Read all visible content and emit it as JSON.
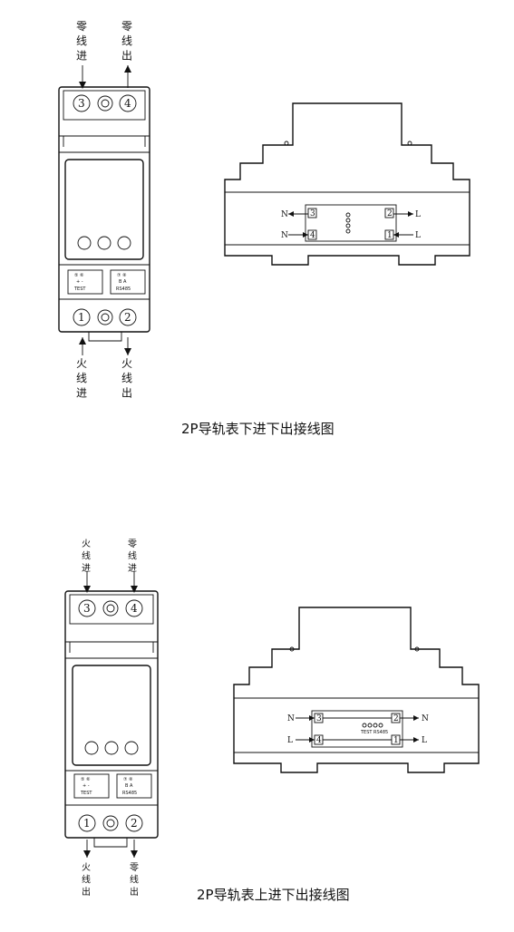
{
  "diagram1": {
    "caption": "2P导轨表下进下出接线图",
    "top_left_label": "零\n线\n进",
    "top_right_label": "零\n线\n出",
    "bottom_left_label": "火\n线\n进",
    "bottom_right_label": "火\n线\n出",
    "terminal_top_left": "3",
    "terminal_top_right": "4",
    "terminal_bottom_left": "1",
    "terminal_bottom_right": "2",
    "aux_left_pins": "⑤ ⑥",
    "aux_left_pm": "+  -",
    "aux_left_text": "TEST",
    "aux_right_pins": "⑦ ⑧",
    "aux_right_ba": "B  A",
    "aux_right_text": "RS485",
    "side_labels": {
      "n_top": "N",
      "n_bottom": "N",
      "l_top": "L",
      "l_bottom": "L",
      "t3": "3",
      "t4": "4",
      "t2": "2",
      "t1": "1"
    }
  },
  "diagram2": {
    "caption": "2P导轨表上进下出接线图",
    "top_left_label": "火\n线\n进",
    "top_right_label": "零\n线\n进",
    "bottom_left_label": "火\n线\n出",
    "bottom_right_label": "零\n线\n出",
    "terminal_top_left": "3",
    "terminal_top_right": "4",
    "terminal_bottom_left": "1",
    "terminal_bottom_right": "2",
    "aux_left_pins": "⑤ ⑥",
    "aux_left_pm": "+  -",
    "aux_left_text": "TEST",
    "aux_right_pins": "⑦ ⑧",
    "aux_right_ba": "B  A",
    "aux_right_text": "RS485",
    "side_labels": {
      "n_left": "N",
      "l_left": "L",
      "n_right": "N",
      "l_right": "L",
      "t3": "3",
      "t4": "4",
      "t2": "2",
      "t1": "1"
    },
    "side_mini_text": "TEST RS485"
  }
}
